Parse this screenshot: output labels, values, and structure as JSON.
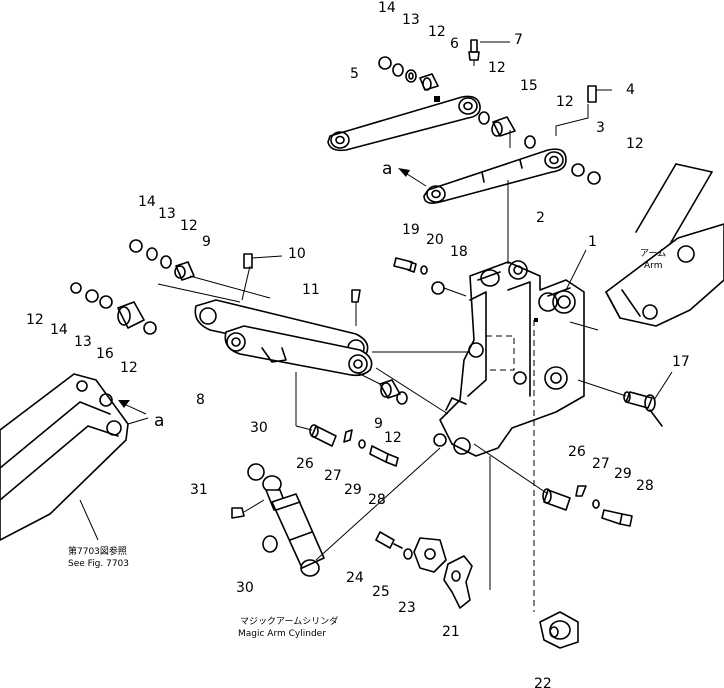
{
  "callouts": {
    "n1": "1",
    "n2": "2",
    "n3": "3",
    "n4": "4",
    "n5": "5",
    "n6": "6",
    "n7": "7",
    "n8": "8",
    "n9a": "9",
    "n9b": "9",
    "n10": "10",
    "n11": "11",
    "n12a": "12",
    "n12b": "12",
    "n12c": "12",
    "n12d": "12",
    "n12e": "12",
    "n12f": "12",
    "n12g": "12",
    "n12h": "12",
    "n13a": "13",
    "n13b": "13",
    "n13c": "13",
    "n14a": "14",
    "n14b": "14",
    "n14c": "14",
    "n15": "15",
    "n16": "16",
    "n17": "17",
    "n18": "18",
    "n19": "19",
    "n20": "20",
    "n21": "21",
    "n22": "22",
    "n23": "23",
    "n24": "24",
    "n25": "25",
    "n26a": "26",
    "n26b": "26",
    "n27a": "27",
    "n27b": "27",
    "n28a": "28",
    "n28b": "28",
    "n29a": "29",
    "n29b": "29",
    "n30a": "30",
    "n30b": "30",
    "n31": "31",
    "a1": "a",
    "a2": "a"
  },
  "labels": {
    "arm_jp": "アーム",
    "arm_en": "Arm",
    "see_fig_jp": "第7703図参照",
    "see_fig_en": "See Fig. 7703",
    "cylinder_jp": "マジックアームシリンダ",
    "cylinder_en": "Magic Arm Cylinder"
  }
}
